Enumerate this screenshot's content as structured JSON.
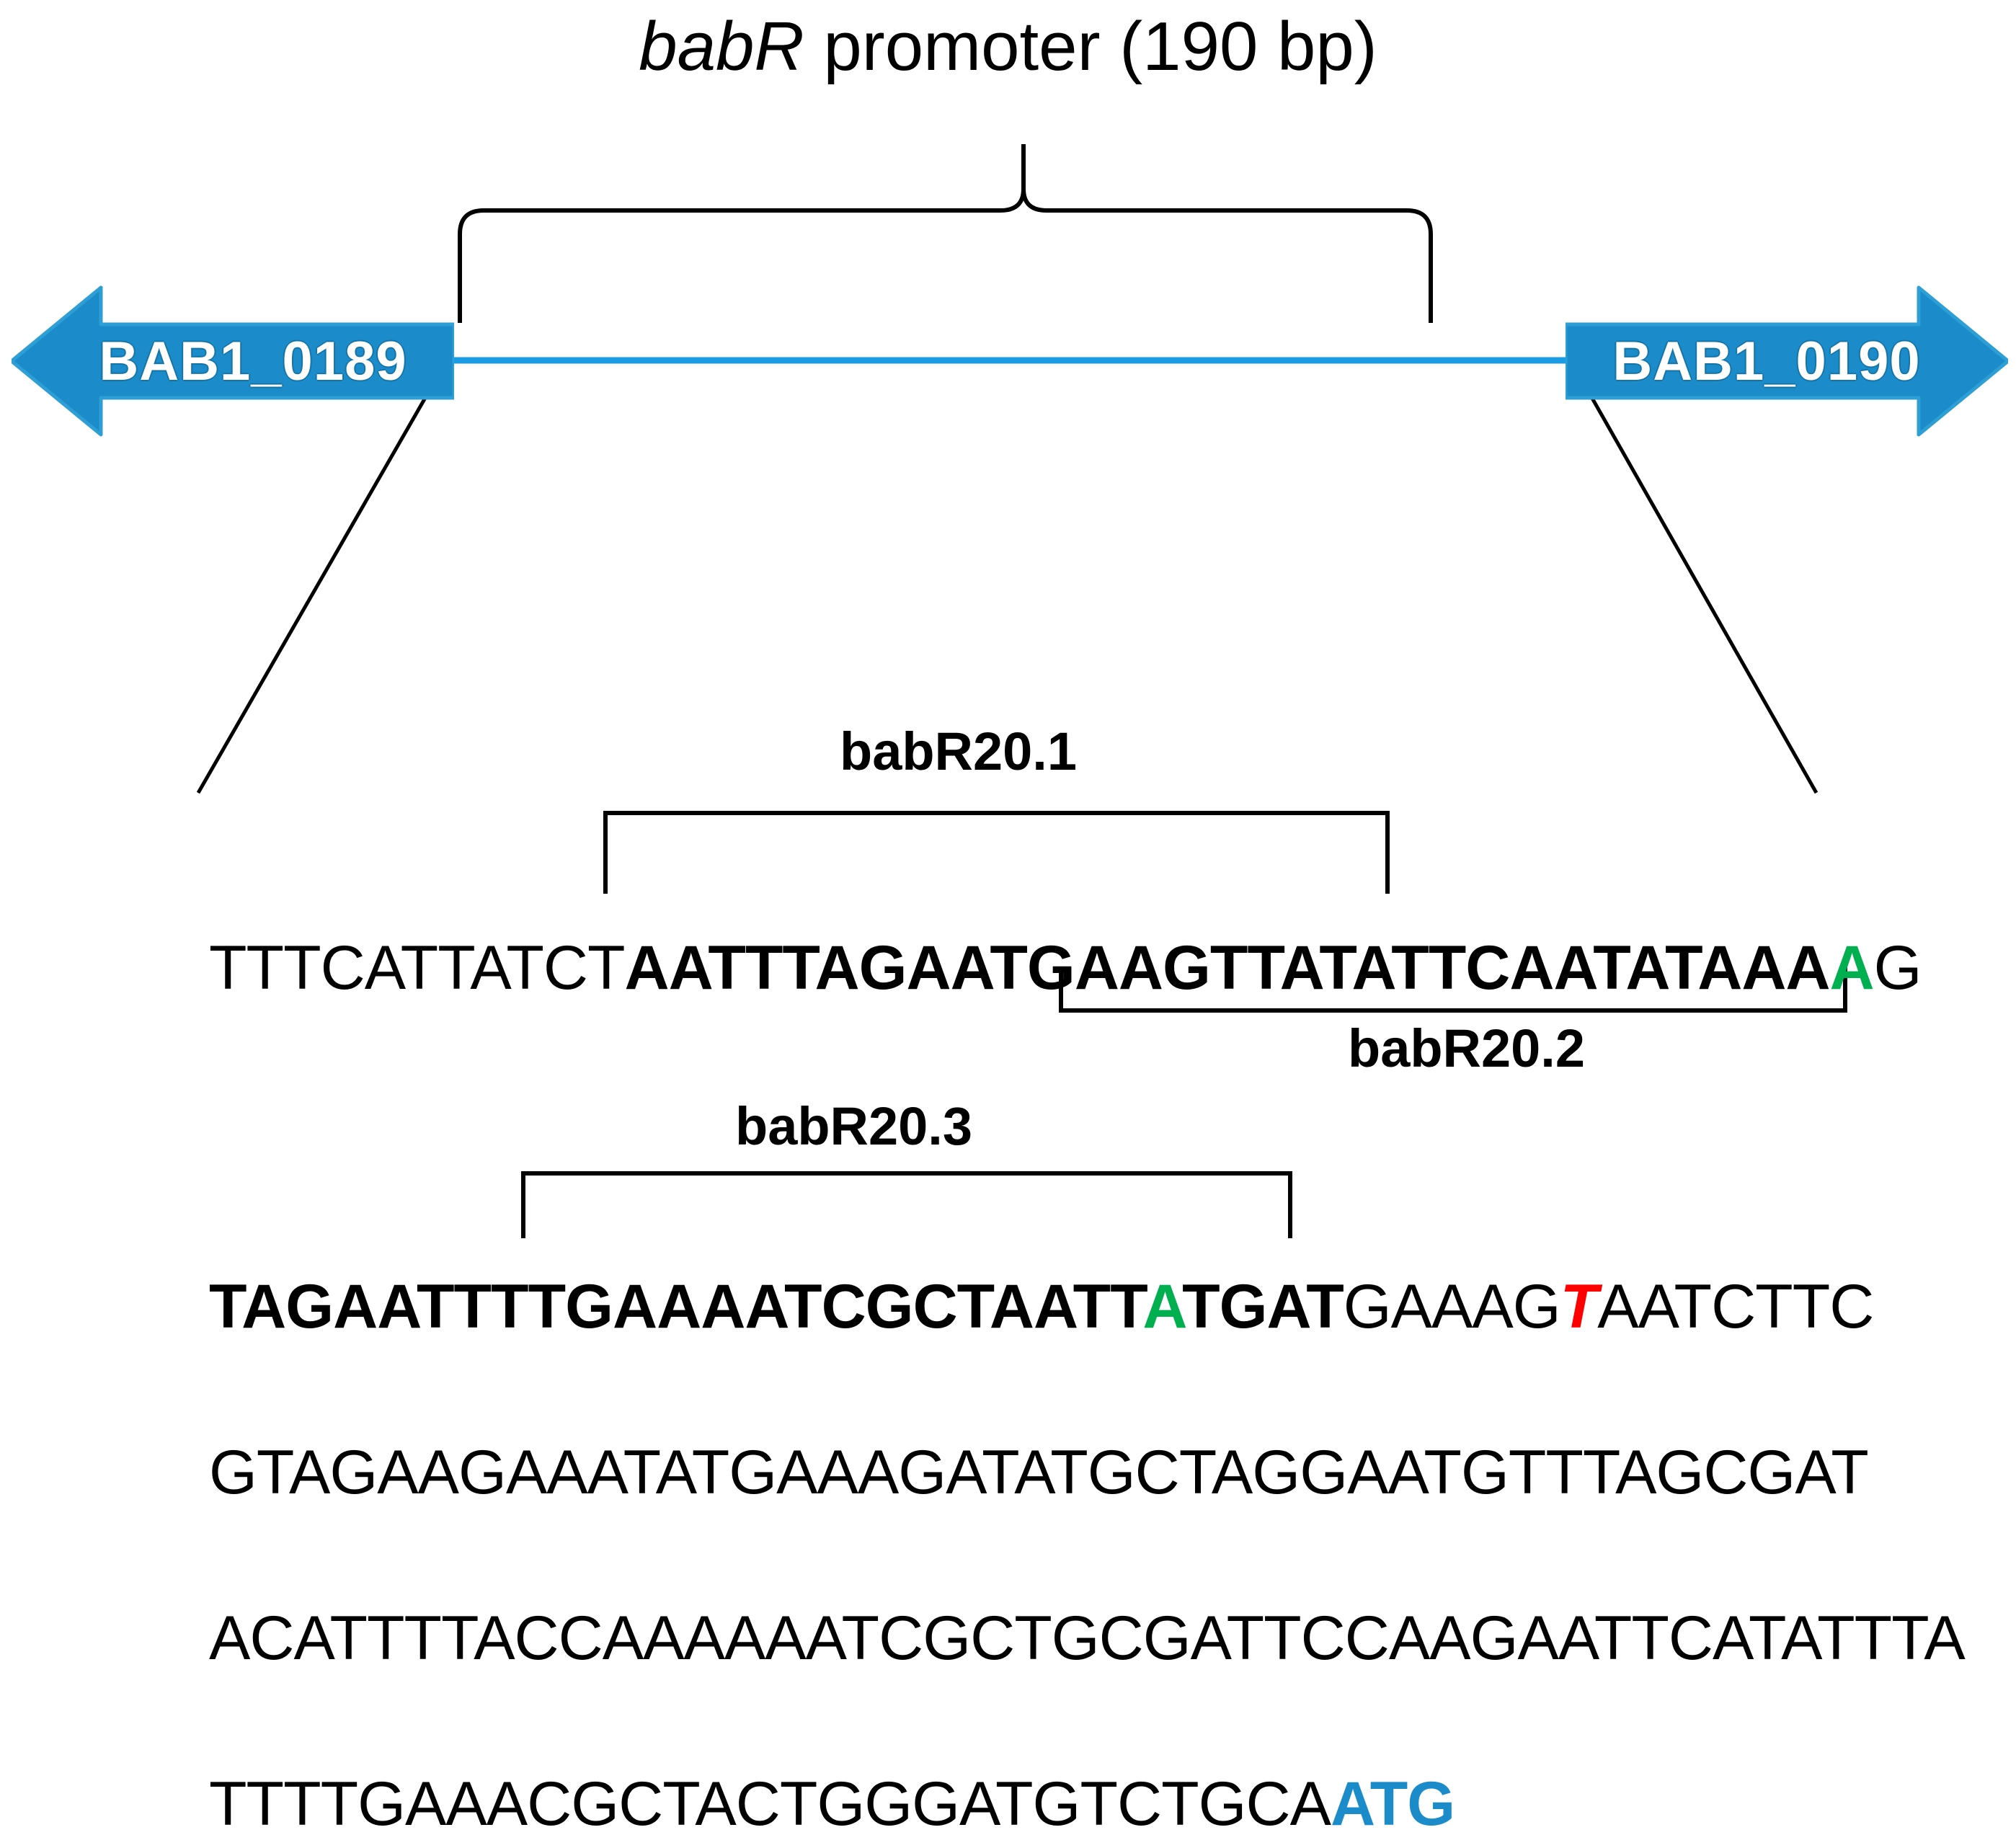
{
  "title": {
    "gene": "babR",
    "rest": " promoter (190 bp)",
    "full": "babR promoter (190 bp)"
  },
  "genes": {
    "left": {
      "label": "BAB1_0189",
      "direction": "left",
      "color": "#1B8BC9"
    },
    "right": {
      "label": "BAB1_0190",
      "direction": "right",
      "color": "#1B8BC9"
    }
  },
  "connector": {
    "color": "#1B9BE3"
  },
  "brackets": {
    "promoter_brace": {
      "label": "babR promoter (190 bp)"
    },
    "babR20_1": {
      "label": "babR20.1"
    },
    "babR20_2": {
      "label": "babR20.2"
    },
    "babR20_3": {
      "label": "babR20.3"
    }
  },
  "colors": {
    "gene_blue": "#1B8BC9",
    "connector_blue": "#1B9BE3",
    "green": "#00B050",
    "red": "#FF0000",
    "start_codon_blue": "#1B8BC9",
    "line": "#000000"
  },
  "sequence": {
    "lines": [
      {
        "id": "line-1",
        "segments": [
          {
            "text": "TTTCATTATCT",
            "style": "normal"
          },
          {
            "text": "AATTTAGAATGAAGTTATATTCAATATAAA",
            "style": "bold"
          },
          {
            "text": "A",
            "style": "green-bold"
          },
          {
            "text": "G",
            "style": "normal"
          }
        ],
        "plain": "TTTCATTATCTAATTTAGAATGAAGTTATATTCAATATAAAAG"
      },
      {
        "id": "line-2",
        "segments": [
          {
            "text": "TAGAATTTTGAAAATCGCTAATT",
            "style": "bold"
          },
          {
            "text": "A",
            "style": "green-bold"
          },
          {
            "text": "TGAT",
            "style": "bold"
          },
          {
            "text": "GAAAG",
            "style": "normal"
          },
          {
            "text": "T",
            "style": "red-bold-italic"
          },
          {
            "text": "AATCTTC",
            "style": "normal"
          }
        ],
        "plain": "TAGAATTTTGAAAATCGCTAATTATGATGAAAGTAATCTTC"
      },
      {
        "id": "line-3",
        "segments": [
          {
            "text": "GTAGAAGAAATATGAAAGATATGCTAGGAATGTTTAGCGAT",
            "style": "normal"
          }
        ],
        "plain": "GTAGAAGAAATATGAAAGATATGCTAGGAATGTTTAGCGAT"
      },
      {
        "id": "line-4",
        "segments": [
          {
            "text": "ACATTTTACCAAAAAATCGCTGCGATTCCAAGAATTCATATTTA",
            "style": "normal"
          }
        ],
        "plain": "ACATTTTACCAAAAAATCGCTGCGATTCCAAGAATTCATATTTA"
      },
      {
        "id": "line-5",
        "segments": [
          {
            "text": "TTTTGAAACGCTACTGGGATGTCTGCA",
            "style": "normal"
          },
          {
            "text": "ATG",
            "style": "blue-bold"
          }
        ],
        "plain": "TTTTGAAACGCTACTGGGATGTCTGCAATG"
      }
    ]
  }
}
